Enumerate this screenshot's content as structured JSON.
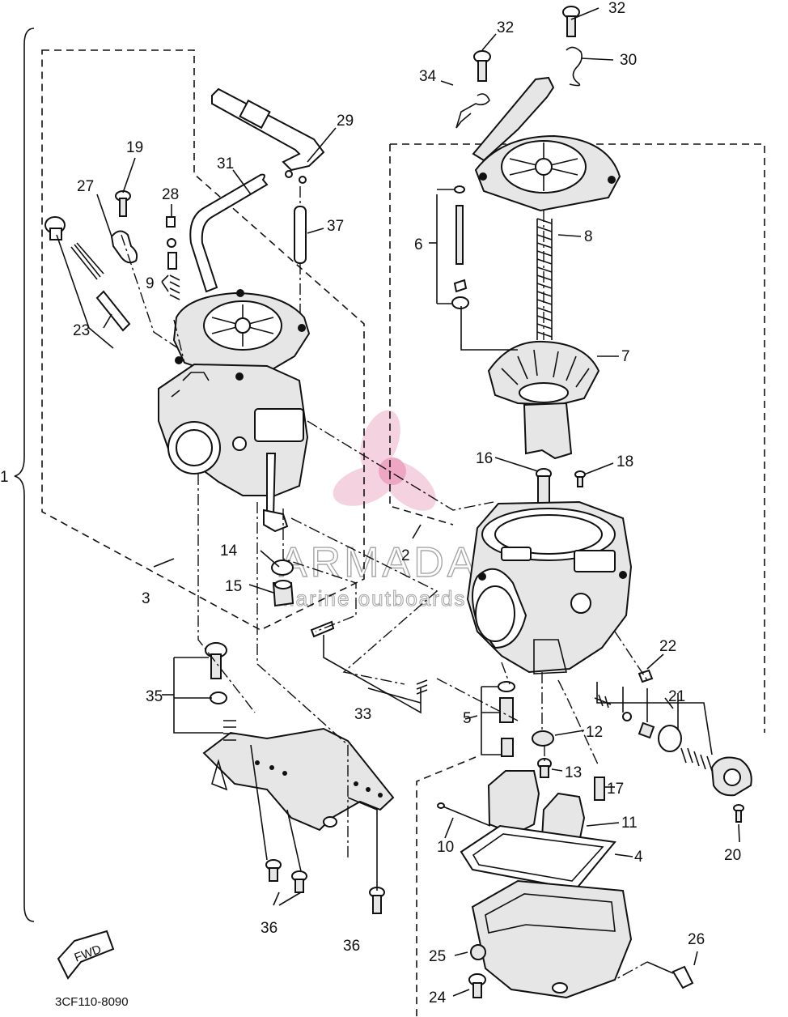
{
  "diagram": {
    "drawing_code": "3CF110-8090",
    "direction_marker": "FWD",
    "watermark": {
      "brand": "ARMADA",
      "tagline": "marine outboards"
    },
    "callouts": [
      {
        "id": "c1",
        "text": "1"
      },
      {
        "id": "c2",
        "text": "2"
      },
      {
        "id": "c3",
        "text": "3"
      },
      {
        "id": "c4",
        "text": "4"
      },
      {
        "id": "c5",
        "text": "5"
      },
      {
        "id": "c6",
        "text": "6"
      },
      {
        "id": "c7",
        "text": "7"
      },
      {
        "id": "c8",
        "text": "8"
      },
      {
        "id": "c9",
        "text": "9"
      },
      {
        "id": "c10",
        "text": "10"
      },
      {
        "id": "c11",
        "text": "11"
      },
      {
        "id": "c12",
        "text": "12"
      },
      {
        "id": "c13",
        "text": "13"
      },
      {
        "id": "c14",
        "text": "14"
      },
      {
        "id": "c15",
        "text": "15"
      },
      {
        "id": "c16",
        "text": "16"
      },
      {
        "id": "c17",
        "text": "17"
      },
      {
        "id": "c18",
        "text": "18"
      },
      {
        "id": "c19",
        "text": "19"
      },
      {
        "id": "c20",
        "text": "20"
      },
      {
        "id": "c21",
        "text": "21"
      },
      {
        "id": "c22",
        "text": "22"
      },
      {
        "id": "c23",
        "text": "23"
      },
      {
        "id": "c24",
        "text": "24"
      },
      {
        "id": "c25",
        "text": "25"
      },
      {
        "id": "c26",
        "text": "26"
      },
      {
        "id": "c27",
        "text": "27"
      },
      {
        "id": "c28",
        "text": "28"
      },
      {
        "id": "c29",
        "text": "29"
      },
      {
        "id": "c30",
        "text": "30"
      },
      {
        "id": "c31",
        "text": "31"
      },
      {
        "id": "c32a",
        "text": "32"
      },
      {
        "id": "c32b",
        "text": "32"
      },
      {
        "id": "c33",
        "text": "33"
      },
      {
        "id": "c34",
        "text": "34"
      },
      {
        "id": "c35",
        "text": "35"
      },
      {
        "id": "c36a",
        "text": "36"
      },
      {
        "id": "c36b",
        "text": "36"
      },
      {
        "id": "c37",
        "text": "37"
      }
    ]
  }
}
